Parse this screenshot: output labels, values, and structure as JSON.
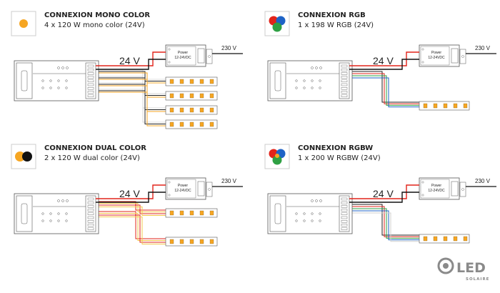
{
  "panels": [
    {
      "id": "mono",
      "title": "CONNEXION MONO COLOR",
      "subtitle": "4 x 120 W mono color (24V)",
      "voltage": "24 V",
      "ac": "230 V",
      "psu_line1": "Power",
      "psu_line2": "12-24VDC",
      "icon_colors": [
        "#f6a623"
      ],
      "wire_colors": [
        "#d8d8d8",
        "#222222",
        "#f6a623"
      ],
      "strip_count": 4
    },
    {
      "id": "rgb",
      "title": "CONNEXION RGB",
      "subtitle": "1 x 198 W RGB (24V)",
      "voltage": "24 V",
      "ac": "230 V",
      "psu_line1": "Power",
      "psu_line2": "12-24VDC",
      "icon_colors": [
        "#e2231a",
        "#1e63c6",
        "#2ea043"
      ],
      "wire_colors": [
        "#222222",
        "#e2231a",
        "#2ea043",
        "#1e63c6"
      ],
      "strip_count": 1
    },
    {
      "id": "dual",
      "title": "CONNEXION DUAL COLOR",
      "subtitle": "2 x 120 W dual color (24V)",
      "voltage": "24 V",
      "ac": "230 V",
      "psu_line1": "Power",
      "psu_line2": "12-24VDC",
      "icon_colors": [
        "#f6a623",
        "#111111"
      ],
      "wire_colors": [
        "#e2231a",
        "#f2c94c",
        "#e2231a",
        "#f2c94c"
      ],
      "strip_count": 2
    },
    {
      "id": "rgbw",
      "title": "CONNEXION RGBW",
      "subtitle": "1 x 200 W RGBW (24V)",
      "voltage": "24 V",
      "ac": "230 V",
      "psu_line1": "Power",
      "psu_line2": "12-24VDC",
      "icon_colors": [
        "#e2231a",
        "#1e63c6",
        "#2ea043",
        "#f6a623"
      ],
      "wire_colors": [
        "#222222",
        "#e2231a",
        "#2ea043",
        "#1e63c6",
        "#cfcfcf"
      ],
      "strip_count": 1
    }
  ],
  "logo": {
    "text": "LED",
    "subtext": "SOLAIRE",
    "color": "#8a8a8a"
  },
  "colors": {
    "outline": "#555555",
    "positive": "#e2231a",
    "negative": "#111111",
    "strip_led": "#f6a623"
  }
}
